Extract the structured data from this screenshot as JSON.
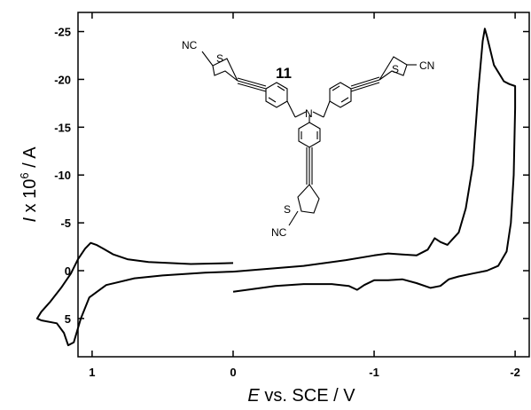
{
  "chart_data": {
    "type": "line",
    "title": "",
    "xlabel": {
      "italic": "E",
      "rest": " vs. SCE / V"
    },
    "ylabel": {
      "italic": "I",
      "pre": " x 10",
      "sup": "6",
      "post": " / A"
    },
    "xlim": [
      1.1,
      -2.1
    ],
    "ylim": [
      9.0,
      -27.0
    ],
    "x_ticks": [
      {
        "value": 1,
        "label": "1"
      },
      {
        "value": 0,
        "label": "0"
      },
      {
        "value": -1,
        "label": "-1"
      },
      {
        "value": -2,
        "label": "-2"
      }
    ],
    "y_ticks": [
      {
        "value": -25,
        "label": "-25"
      },
      {
        "value": -20,
        "label": "-20"
      },
      {
        "value": -15,
        "label": "-15"
      },
      {
        "value": -10,
        "label": "-10"
      },
      {
        "value": -5,
        "label": "-5"
      },
      {
        "value": 0,
        "label": "0"
      },
      {
        "value": 5,
        "label": "5"
      }
    ],
    "grid": false,
    "series": [
      {
        "name": "",
        "segment": "oxidation",
        "color": "#000000",
        "points": [
          [
            0.0,
            -0.8
          ],
          [
            0.3,
            -0.7
          ],
          [
            0.6,
            -0.9
          ],
          [
            0.75,
            -1.2
          ],
          [
            0.85,
            -1.7
          ],
          [
            0.92,
            -2.3
          ],
          [
            0.97,
            -2.7
          ],
          [
            1.01,
            -2.9
          ],
          [
            1.05,
            -2.3
          ],
          [
            1.1,
            -1.2
          ],
          [
            1.15,
            0.3
          ],
          [
            1.22,
            1.8
          ],
          [
            1.3,
            3.3
          ],
          [
            1.36,
            4.3
          ],
          [
            1.39,
            5.0
          ],
          [
            1.36,
            5.2
          ],
          [
            1.25,
            5.5
          ],
          [
            1.2,
            6.5
          ],
          [
            1.17,
            7.8
          ],
          [
            1.13,
            7.5
          ],
          [
            1.08,
            5.0
          ],
          [
            1.02,
            2.8
          ],
          [
            0.9,
            1.5
          ],
          [
            0.7,
            0.8
          ],
          [
            0.5,
            0.5
          ],
          [
            0.2,
            0.2
          ],
          [
            0.0,
            0.1
          ]
        ]
      },
      {
        "name": "",
        "segment": "reduction",
        "color": "#000000",
        "points": [
          [
            0.0,
            0.1
          ],
          [
            -0.5,
            -0.5
          ],
          [
            -0.8,
            -1.1
          ],
          [
            -1.0,
            -1.6
          ],
          [
            -1.1,
            -1.8
          ],
          [
            -1.2,
            -1.7
          ],
          [
            -1.3,
            -1.6
          ],
          [
            -1.38,
            -2.2
          ],
          [
            -1.43,
            -3.4
          ],
          [
            -1.47,
            -3.0
          ],
          [
            -1.52,
            -2.7
          ],
          [
            -1.6,
            -4.0
          ],
          [
            -1.65,
            -6.5
          ],
          [
            -1.7,
            -11.0
          ],
          [
            -1.74,
            -19.0
          ],
          [
            -1.77,
            -24.0
          ],
          [
            -1.785,
            -25.3
          ],
          [
            -1.8,
            -24.5
          ],
          [
            -1.85,
            -21.5
          ],
          [
            -1.92,
            -19.8
          ],
          [
            -1.96,
            -19.5
          ],
          [
            -2.0,
            -19.3
          ],
          [
            -2.0,
            -17.0
          ],
          [
            -1.99,
            -10.0
          ],
          [
            -1.97,
            -5.0
          ],
          [
            -1.94,
            -2.0
          ],
          [
            -1.88,
            -0.5
          ],
          [
            -1.8,
            0.0
          ],
          [
            -1.7,
            0.3
          ],
          [
            -1.6,
            0.6
          ],
          [
            -1.53,
            0.9
          ],
          [
            -1.47,
            1.6
          ],
          [
            -1.4,
            1.8
          ],
          [
            -1.3,
            1.3
          ],
          [
            -1.2,
            0.9
          ],
          [
            -1.1,
            1.0
          ],
          [
            -1.0,
            1.0
          ],
          [
            -0.93,
            1.5
          ],
          [
            -0.88,
            2.0
          ],
          [
            -0.82,
            1.6
          ],
          [
            -0.7,
            1.4
          ],
          [
            -0.5,
            1.4
          ],
          [
            -0.3,
            1.6
          ],
          [
            -0.15,
            1.9
          ],
          [
            0.0,
            2.2
          ]
        ]
      }
    ],
    "annotation": {
      "compound_number": "11",
      "molecule_labels": [
        "NC",
        "S",
        "S",
        "CN",
        "N",
        "S",
        "NC"
      ]
    }
  }
}
